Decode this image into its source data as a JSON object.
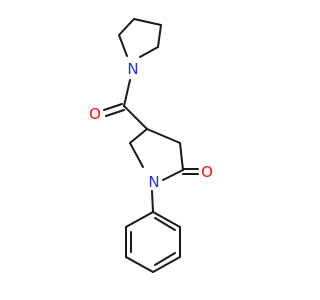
{
  "structure": {
    "atoms": [
      {
        "id": "n1",
        "element": "N",
        "label": "N",
        "color": "#2233ff"
      },
      {
        "id": "n2",
        "element": "N",
        "label": "N",
        "color": "#2233ff"
      },
      {
        "id": "o1",
        "element": "O",
        "label": "O",
        "color": "#ff1111"
      },
      {
        "id": "o2",
        "element": "O",
        "label": "O",
        "color": "#ff1111"
      }
    ],
    "bond_color": "#1a1a1a",
    "background": "#ffffff"
  }
}
